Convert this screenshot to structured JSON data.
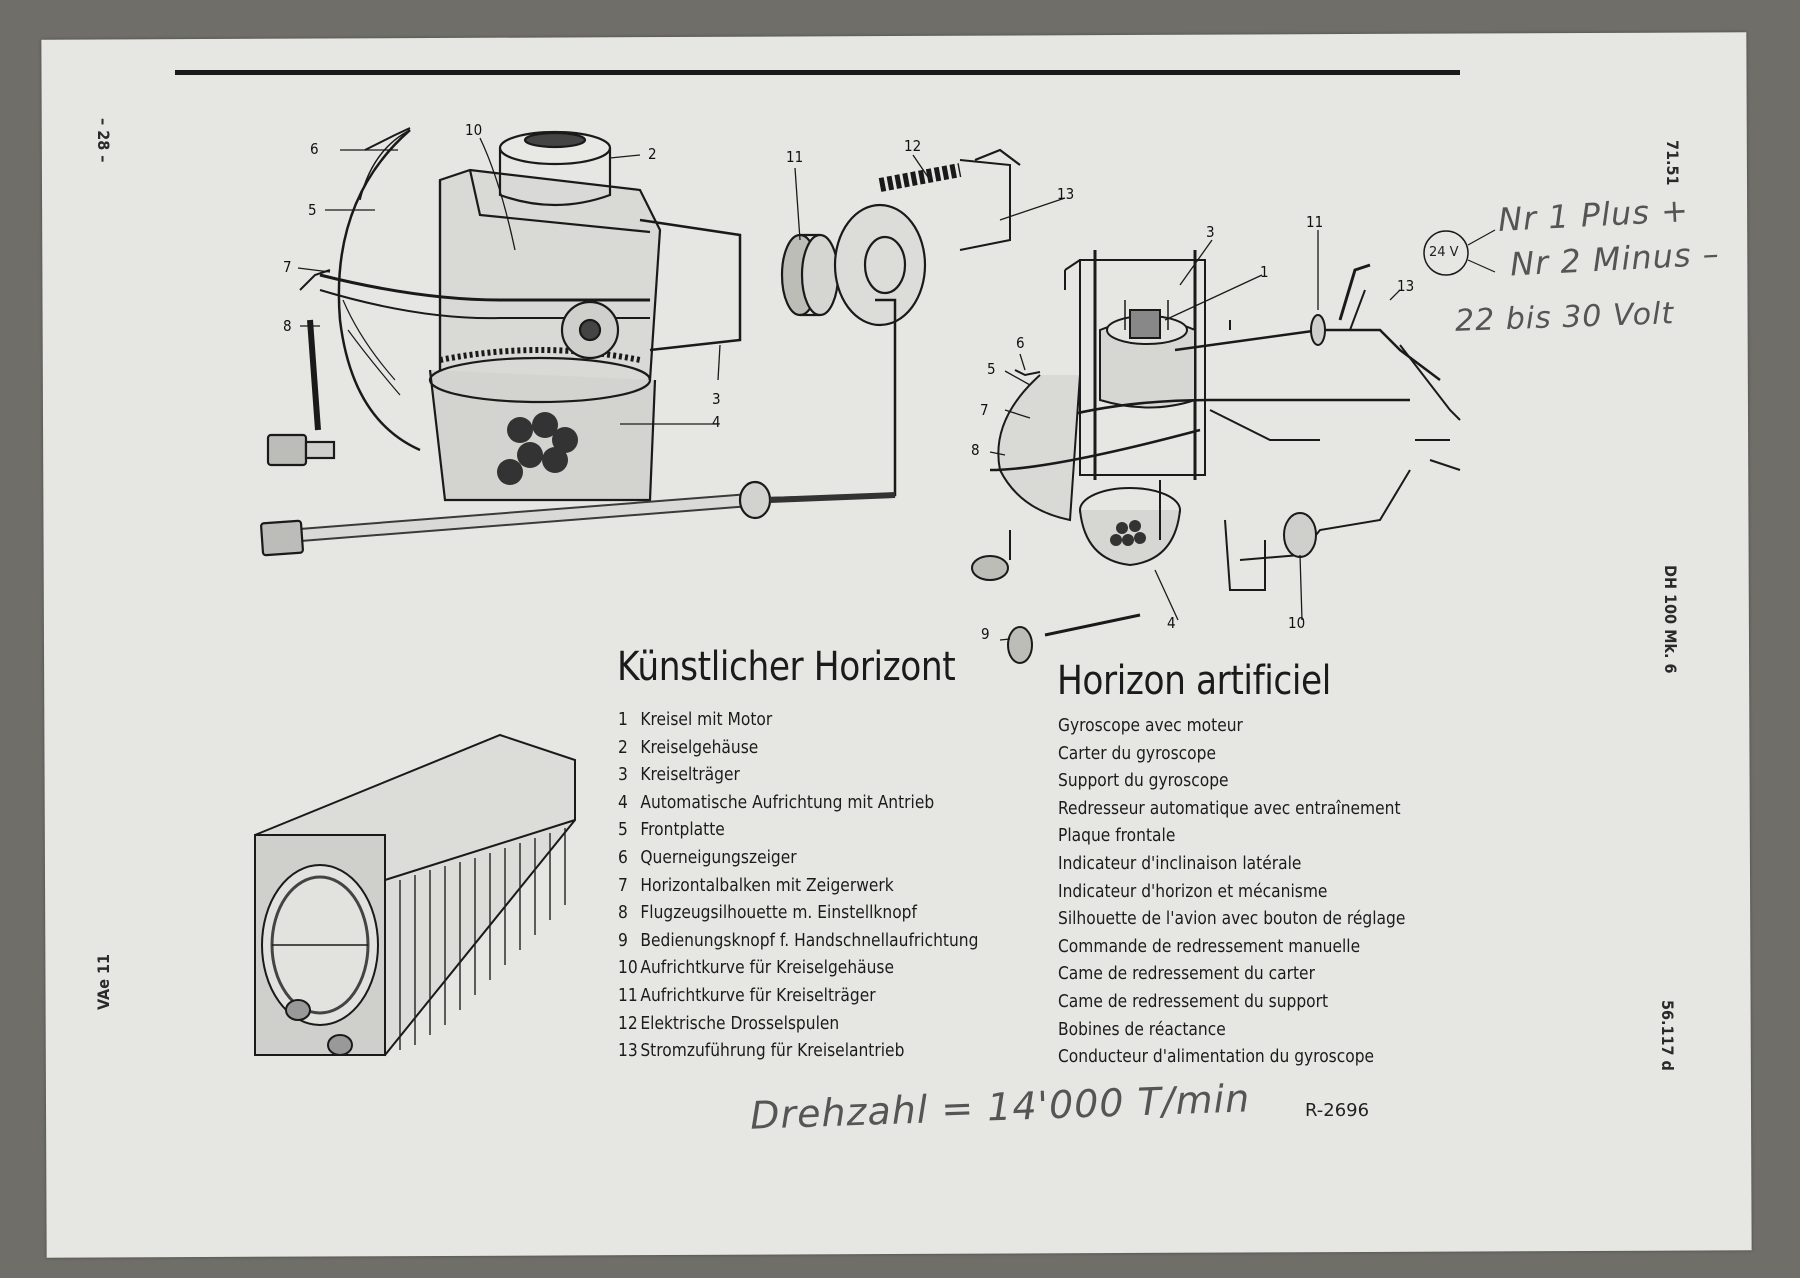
{
  "page": {
    "page_number": "– 28 –",
    "left_code": "VAe 11",
    "right_top_code": "71.51",
    "right_model": "DH 100 Mk. 6",
    "right_bottom_code": "56.117 d",
    "reference": "R-2696"
  },
  "titles": {
    "german": "Künstlicher Horizont",
    "french": "Horizon artificiel"
  },
  "german_items": [
    {
      "num": "1",
      "text": "Kreisel mit Motor"
    },
    {
      "num": "2",
      "text": "Kreiselgehäuse"
    },
    {
      "num": "3",
      "text": "Kreiselträger"
    },
    {
      "num": "4",
      "text": "Automatische Aufrichtung mit Antrieb"
    },
    {
      "num": "5",
      "text": "Frontplatte"
    },
    {
      "num": "6",
      "text": "Querneigungszeiger"
    },
    {
      "num": "7",
      "text": "Horizontalbalken mit Zeigerwerk"
    },
    {
      "num": "8",
      "text": "Flugzeugsilhouette  m. Einstellknopf"
    },
    {
      "num": "9",
      "text": "Bedienungsknopf f. Handschnellaufrichtung"
    },
    {
      "num": "10",
      "text": "Aufrichtkurve für Kreiselgehäuse"
    },
    {
      "num": "11",
      "text": "Aufrichtkurve für Kreiselträger"
    },
    {
      "num": "12",
      "text": "Elektrische  Drosselspulen"
    },
    {
      "num": "13",
      "text": "Stromzuführung für Kreiselantrieb"
    }
  ],
  "french_items": [
    "Gyroscope avec moteur",
    "Carter du gyroscope",
    "Support du gyroscope",
    "Redresseur automatique avec entraînement",
    "Plaque frontale",
    "Indicateur d'inclinaison latérale",
    "Indicateur d'horizon et mécanisme",
    "Silhouette de l'avion avec bouton de réglage",
    "Commande de redressement manuelle",
    "Came de redressement du carter",
    "Came de redressement du support",
    "Bobines de réactance",
    "Conducteur d'alimentation du gyroscope"
  ],
  "handwritten": {
    "plus": "Nr 1 Plus +",
    "minus": "Nr 2 Minus –",
    "voltage_range": "22 bis 30 Volt",
    "rpm": "Drehzahl = 14'000 T/min",
    "voltage_badge": "24 V"
  },
  "callouts_left": [
    "6",
    "5",
    "7",
    "8",
    "10",
    "2",
    "11",
    "12",
    "13",
    "3",
    "4"
  ],
  "callouts_right": [
    "3",
    "1",
    "11",
    "13",
    "6",
    "5",
    "7",
    "8",
    "9",
    "4",
    "10"
  ]
}
